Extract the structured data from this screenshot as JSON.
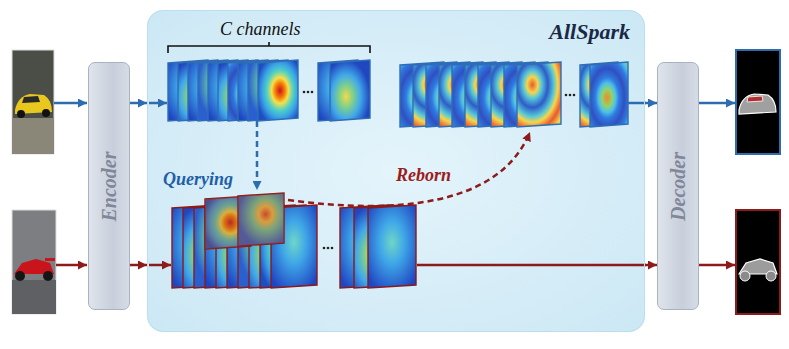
{
  "diagram": {
    "nodes": [
      {
        "text": [
          "Encoder"
        ]
      },
      {
        "text": [
          "AllSpark"
        ]
      },
      {
        "text": [
          "Decoder"
        ]
      }
    ],
    "edges": [
      {
        "from": 0,
        "to": 1,
        "arrow": "to"
      },
      {
        "from": 0,
        "to": 1,
        "arrow": "to"
      },
      {
        "from": 1,
        "to": 2,
        "arrow": "to"
      },
      {
        "from": 1,
        "to": 2,
        "arrow": "to"
      }
    ],
    "labels": [
      "C channels",
      "Querying",
      "Reborn"
    ]
  }
}
